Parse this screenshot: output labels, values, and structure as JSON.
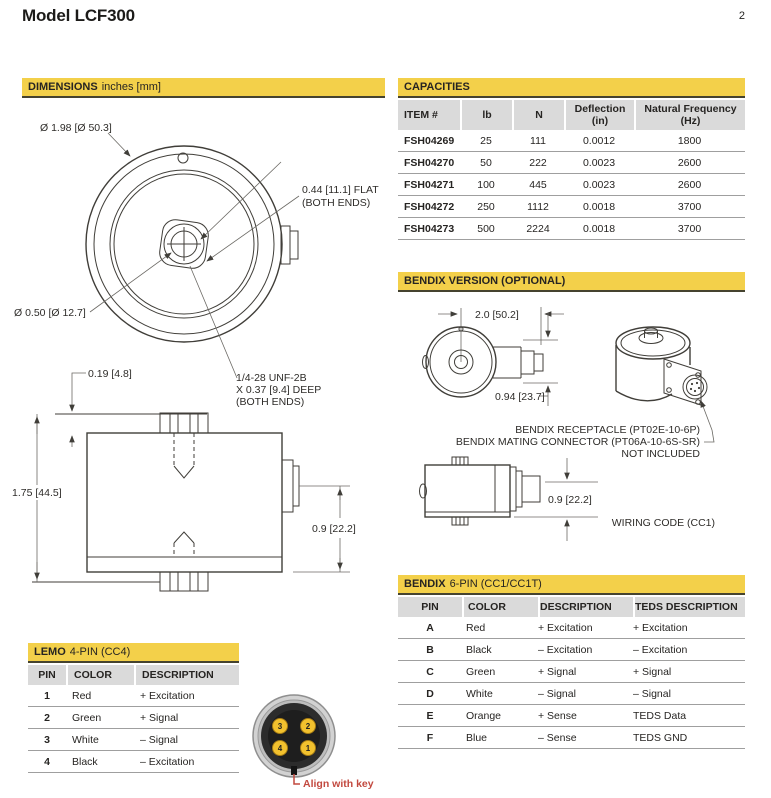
{
  "page": {
    "title": "Model LCF300",
    "page_number": "2"
  },
  "colors": {
    "accent_yellow": "#F3D04A",
    "bar_border": "#45432f",
    "table_header_gray": "#DADADA",
    "row_divider_gray": "#9f9f9f",
    "align_key_red": "#C2493F",
    "pin_yellow": "#F2C12E"
  },
  "dimensions": {
    "title_bold": "DIMENSIONS",
    "title_rest": "inches [mm]",
    "labels": {
      "dia_outer": "Ø 1.98 [Ø 50.3]",
      "flat_line1": "0.44 [11.1] FLAT",
      "flat_line2": "(BOTH ENDS)",
      "dia_hole": "Ø 0.50 [Ø 12.7]",
      "thread_line1": "1/4-28 UNF-2B",
      "thread_line2": "X 0.37 [9.4] DEEP",
      "thread_line3": "(BOTH ENDS)",
      "step": "0.19 [4.8]",
      "height": "1.75 [44.5]",
      "conn_height": "0.9 [22.2]"
    }
  },
  "capacities": {
    "title": "CAPACITIES",
    "columns": [
      {
        "line1": "ITEM #",
        "line2": ""
      },
      {
        "line1": "lb",
        "line2": ""
      },
      {
        "line1": "N",
        "line2": ""
      },
      {
        "line1": "Deflection",
        "line2": "(in)"
      },
      {
        "line1": "Natural Frequency",
        "line2": "(Hz)"
      }
    ],
    "rows": [
      [
        "FSH04269",
        "25",
        "111",
        "0.0012",
        "1800"
      ],
      [
        "FSH04270",
        "50",
        "222",
        "0.0023",
        "2600"
      ],
      [
        "FSH04271",
        "100",
        "445",
        "0.0023",
        "2600"
      ],
      [
        "FSH04272",
        "250",
        "1112",
        "0.0018",
        "3700"
      ],
      [
        "FSH04273",
        "500",
        "2224",
        "0.0018",
        "3700"
      ]
    ]
  },
  "bendix_version": {
    "title": "BENDIX VERSION (OPTIONAL)",
    "labels": {
      "width": "2.0 [50.2]",
      "depth": "0.94 [23.7]",
      "receptacle": "BENDIX RECEPTACLE (PT02E-10-6P)",
      "mating": "BENDIX MATING CONNECTOR (PT06A-10-6S-SR)",
      "not_included": "NOT INCLUDED",
      "conn_height": "0.9 [22.2]",
      "wiring_code": "WIRING CODE (CC1)"
    }
  },
  "bendix_table": {
    "title_bold": "BENDIX",
    "title_rest": "6-PIN (CC1/CC1T)",
    "columns": [
      "PIN",
      "COLOR",
      "DESCRIPTION",
      "TEDS DESCRIPTION"
    ],
    "rows": [
      [
        "A",
        "Red",
        "+ Excitation",
        "+ Excitation"
      ],
      [
        "B",
        "Black",
        "– Excitation",
        "– Excitation"
      ],
      [
        "C",
        "Green",
        "+ Signal",
        "+ Signal"
      ],
      [
        "D",
        "White",
        "– Signal",
        "– Signal"
      ],
      [
        "E",
        "Orange",
        "+ Sense",
        "TEDS Data"
      ],
      [
        "F",
        "Blue",
        "– Sense",
        "TEDS GND"
      ]
    ]
  },
  "lemo_table": {
    "title_bold": "LEMO",
    "title_rest": "4-PIN (CC4)",
    "columns": [
      "PIN",
      "COLOR",
      "DESCRIPTION"
    ],
    "rows": [
      [
        "1",
        "Red",
        "+ Excitation"
      ],
      [
        "2",
        "Green",
        "+ Signal"
      ],
      [
        "3",
        "White",
        "– Signal"
      ],
      [
        "4",
        "Black",
        "– Excitation"
      ]
    ],
    "connector": {
      "pin_top_left": "3",
      "pin_top_right": "2",
      "pin_bottom_left": "4",
      "pin_bottom_right": "1",
      "align_label": "Align with key"
    }
  }
}
